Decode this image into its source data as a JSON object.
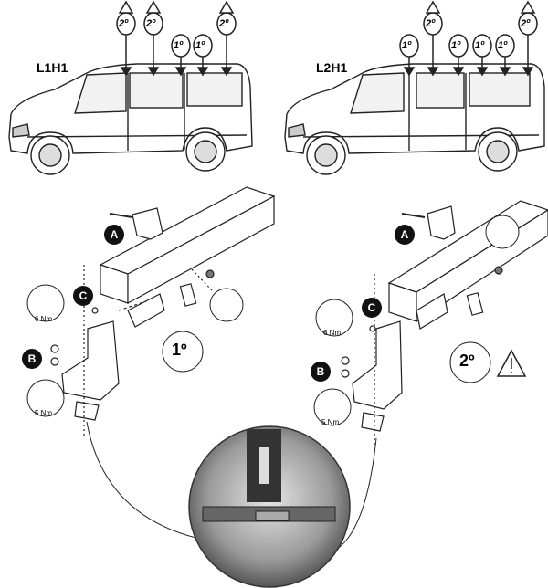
{
  "left_van": {
    "model": "L1H1",
    "markers": [
      "2º",
      "2º",
      "1º",
      "1º",
      "2º"
    ],
    "warning_flags": [
      true,
      true,
      false,
      false,
      true
    ]
  },
  "right_van": {
    "model": "L2H1",
    "markers": [
      "1º",
      "2º",
      "1º",
      "1º",
      "1º",
      "2º"
    ],
    "warning_flags": [
      false,
      true,
      false,
      false,
      false,
      true
    ]
  },
  "left_detail": {
    "step_label": "1º",
    "callouts": {
      "a": "A",
      "b": "B",
      "c": "C"
    },
    "torque_c": "6 Nm",
    "torque_b": "5 Nm"
  },
  "right_detail": {
    "step_label": "2º",
    "callouts": {
      "a": "A",
      "b": "B",
      "c": "C"
    },
    "torque_c": "6 Nm",
    "torque_b": "5 Nm"
  }
}
